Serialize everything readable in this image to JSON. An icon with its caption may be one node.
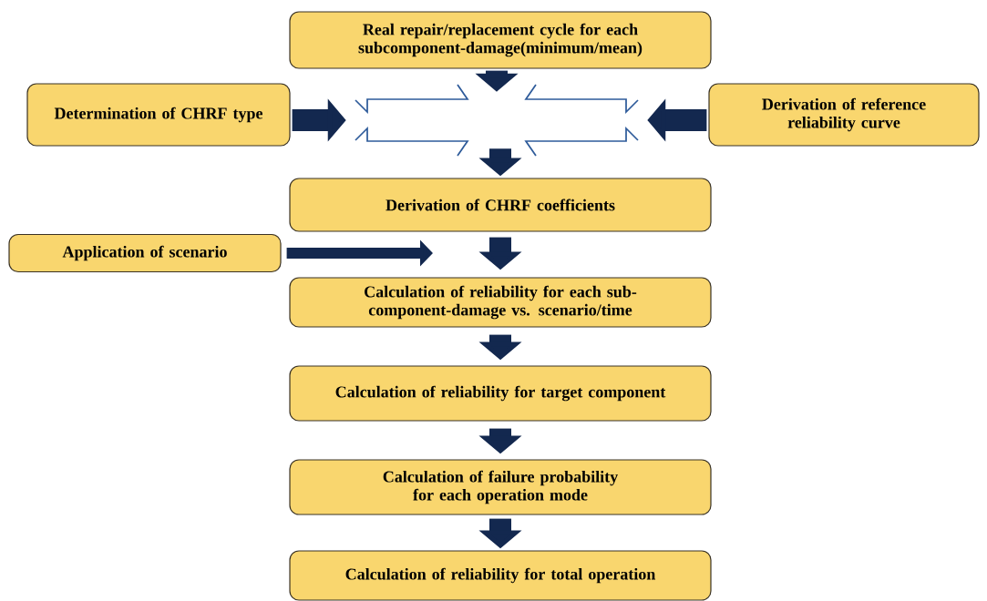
{
  "diagram": {
    "nodes": [
      {
        "text": [
          "Real repair/replacement cycle for each subcomponent-damage(minimum/mean)"
        ]
      },
      {
        "text": [
          "Determination of CHRF type"
        ]
      },
      {
        "text": [
          "Derivation of reference reliability curve"
        ]
      },
      {
        "text": [],
        "shape": "cross"
      },
      {
        "text": [
          "Derivation of CHRF coefficients"
        ]
      },
      {
        "text": [
          "Application of scenario"
        ]
      },
      {
        "text": [
          "Calculation of reliability for each sub-component-damage vs. scenario/time"
        ]
      },
      {
        "text": [
          "Calculation of reliability for target component"
        ]
      },
      {
        "text": [
          "Calculation of failure probability for each operation mode"
        ]
      },
      {
        "text": [
          "Calculation of reliability for total operation"
        ]
      }
    ],
    "edges": [
      {
        "from": 0,
        "to": 3,
        "arrow": "to"
      },
      {
        "from": 1,
        "to": 3,
        "arrow": "to"
      },
      {
        "from": 2,
        "to": 3,
        "arrow": "to"
      },
      {
        "from": 3,
        "to": 4,
        "arrow": "to"
      },
      {
        "from": 5,
        "to": null,
        "arrow": "to"
      },
      {
        "from": 4,
        "to": 6,
        "arrow": "to"
      },
      {
        "from": 6,
        "to": 7,
        "arrow": "to"
      },
      {
        "from": 7,
        "to": 8,
        "arrow": "to"
      },
      {
        "from": 8,
        "to": 9,
        "arrow": "to"
      }
    ]
  }
}
